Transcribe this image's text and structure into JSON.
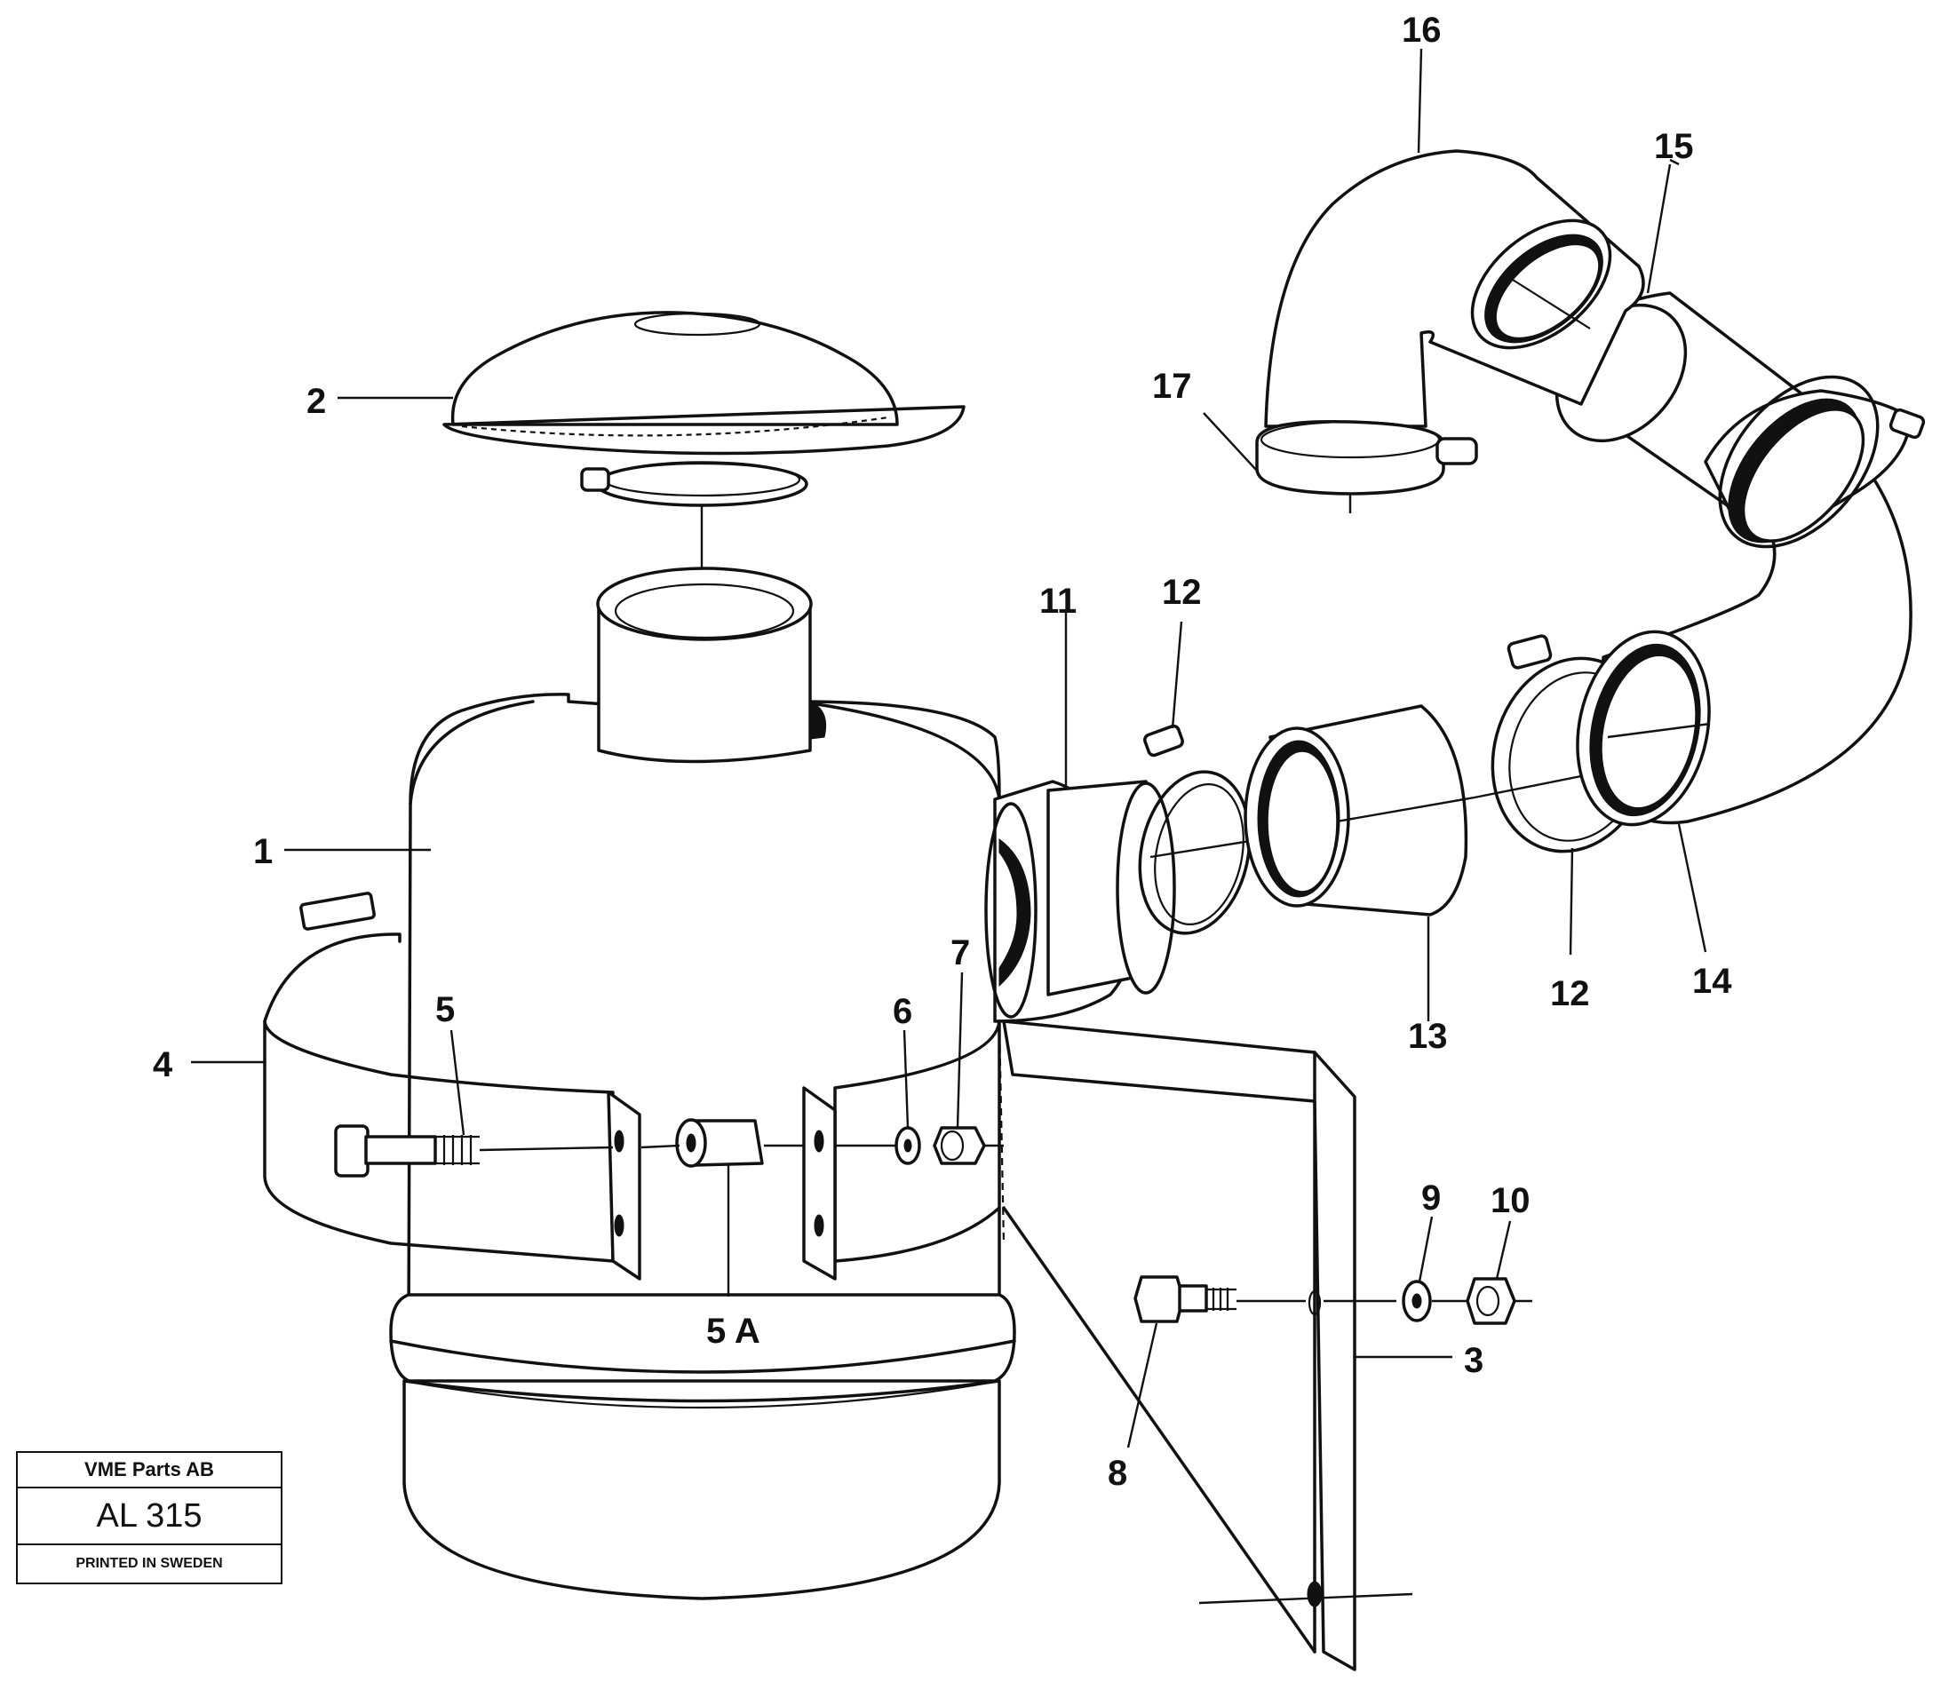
{
  "diagram": {
    "callouts": {
      "c1": "1",
      "c2": "2",
      "c3": "3",
      "c4": "4",
      "c5": "5",
      "c5a": "5 A",
      "c6": "6",
      "c7": "7",
      "c8": "8",
      "c9": "9",
      "c10": "10",
      "c11": "11",
      "c12a": "12",
      "c12b": "12",
      "c13": "13",
      "c14": "14",
      "c15": "15",
      "c16": "16",
      "c17": "17"
    }
  },
  "title_block": {
    "company": "VME Parts AB",
    "code": "AL 315",
    "printed": "PRINTED IN SWEDEN"
  }
}
